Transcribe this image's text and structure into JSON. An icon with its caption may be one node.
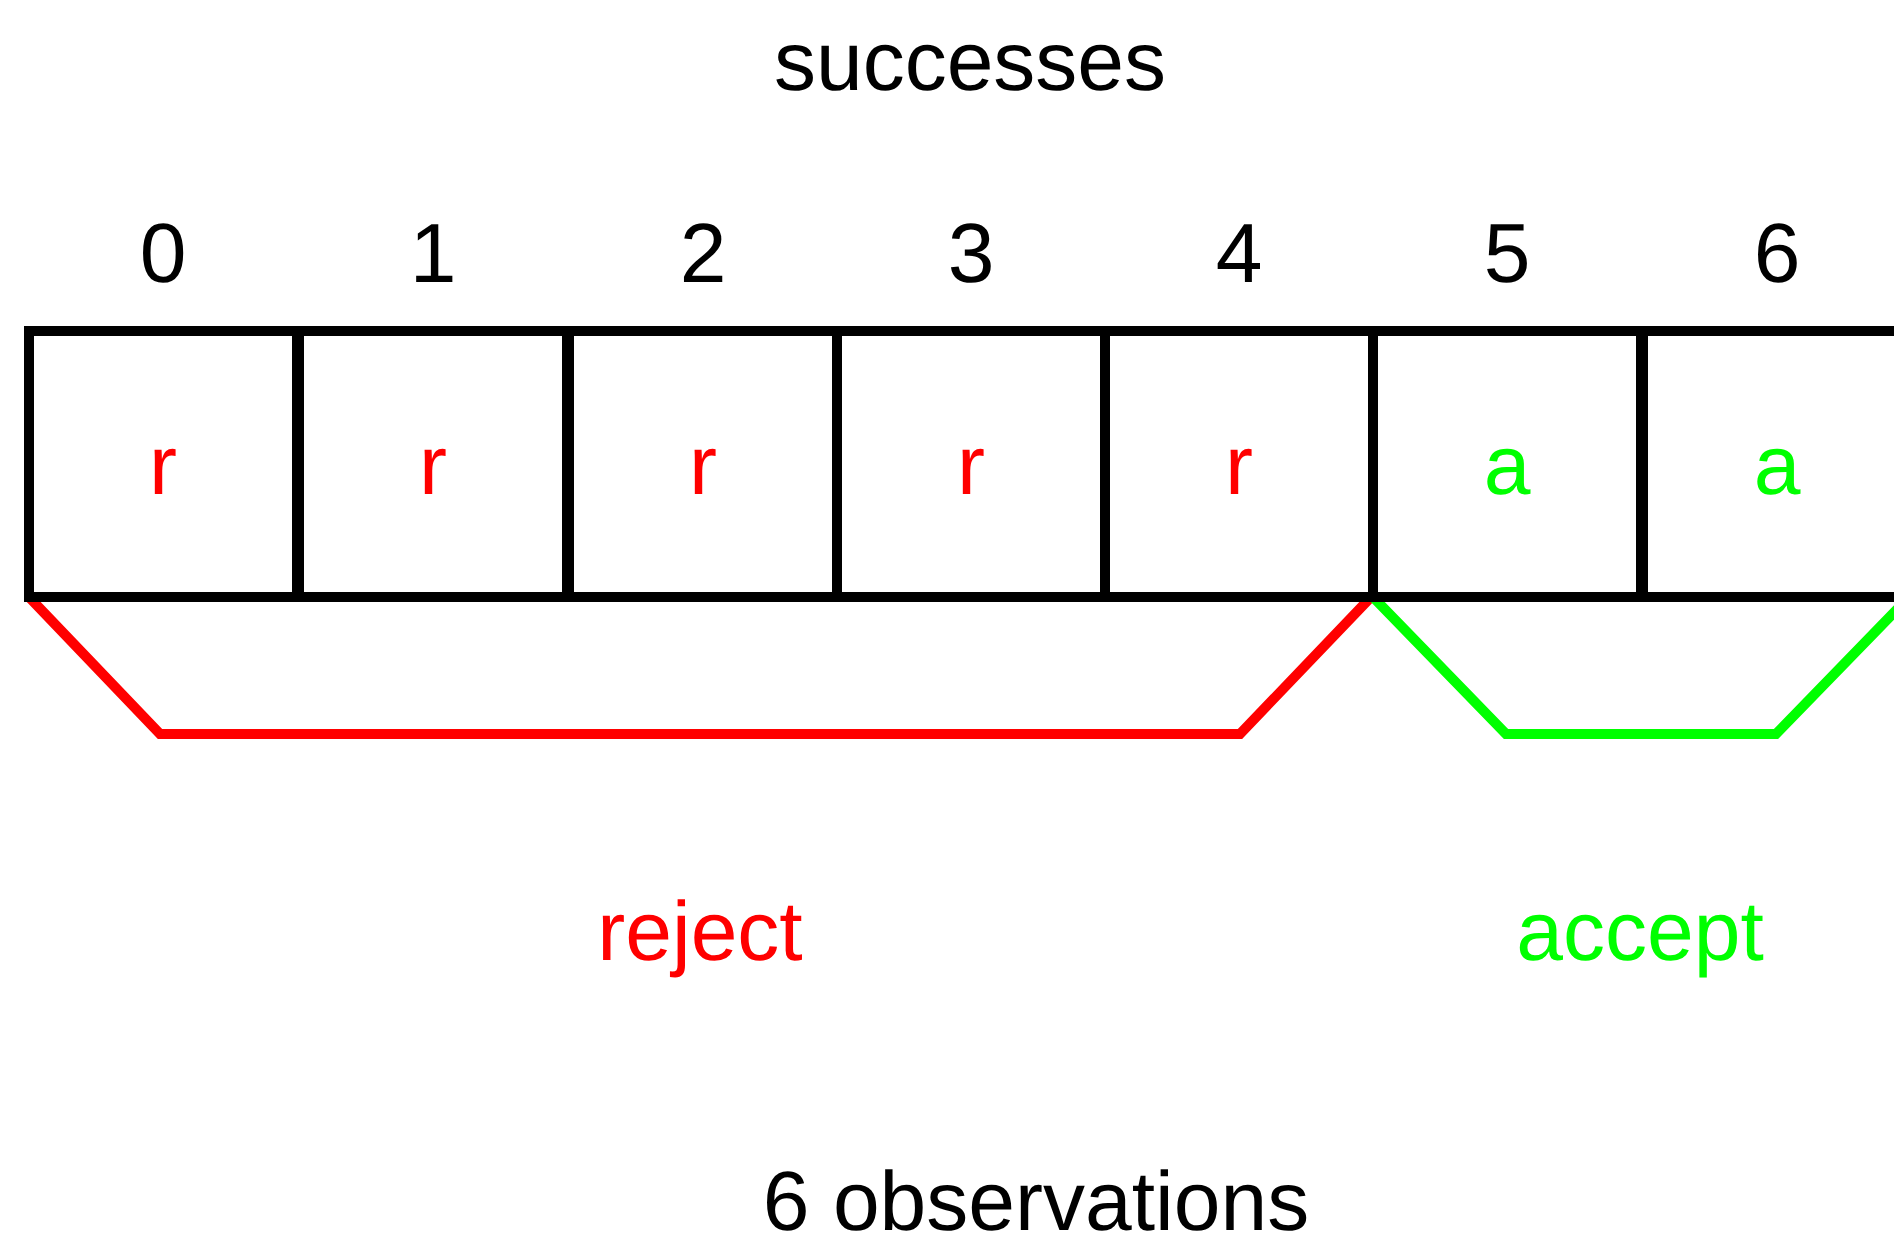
{
  "diagram": {
    "title": "successes",
    "caption": "6 observations",
    "nodes": [
      {
        "text": [
          "r"
        ],
        "beside": [
          "0"
        ]
      },
      {
        "text": [
          "r"
        ],
        "beside": [
          "1"
        ]
      },
      {
        "text": [
          "r"
        ],
        "beside": [
          "2"
        ]
      },
      {
        "text": [
          "r"
        ],
        "beside": [
          "3"
        ]
      },
      {
        "text": [
          "r"
        ],
        "beside": [
          "4"
        ]
      },
      {
        "text": [
          "a"
        ],
        "beside": [
          "5"
        ]
      },
      {
        "text": [
          "a"
        ],
        "beside": [
          "6"
        ]
      }
    ],
    "labels": [
      "reject",
      "accept"
    ]
  }
}
